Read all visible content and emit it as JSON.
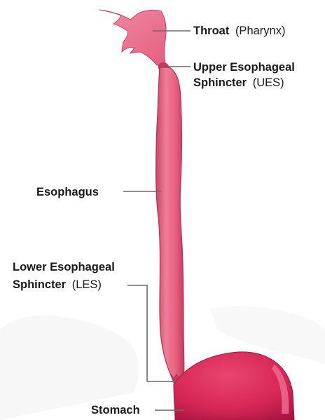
{
  "labels": {
    "throat": {
      "name": "Throat",
      "detail": "(Pharynx)"
    },
    "ues": {
      "line1": "Upper Esophageal",
      "line2_name": "Sphincter",
      "line2_detail": "(UES)"
    },
    "esophagus": {
      "name": "Esophagus"
    },
    "les": {
      "line1": "Lower Esophageal",
      "line2_name": "Sphincter",
      "line2_detail": "(LES)"
    },
    "stomach": {
      "name": "Stomach"
    }
  },
  "colors": {
    "tissue": "#e8607f",
    "tissue_light": "#f2a8bb",
    "tissue_dark": "#b8304f",
    "stomach": "#dc2a5a",
    "stomach_dark": "#a81440",
    "leader": "#6a6a6a",
    "text": "#1a1a1a"
  }
}
